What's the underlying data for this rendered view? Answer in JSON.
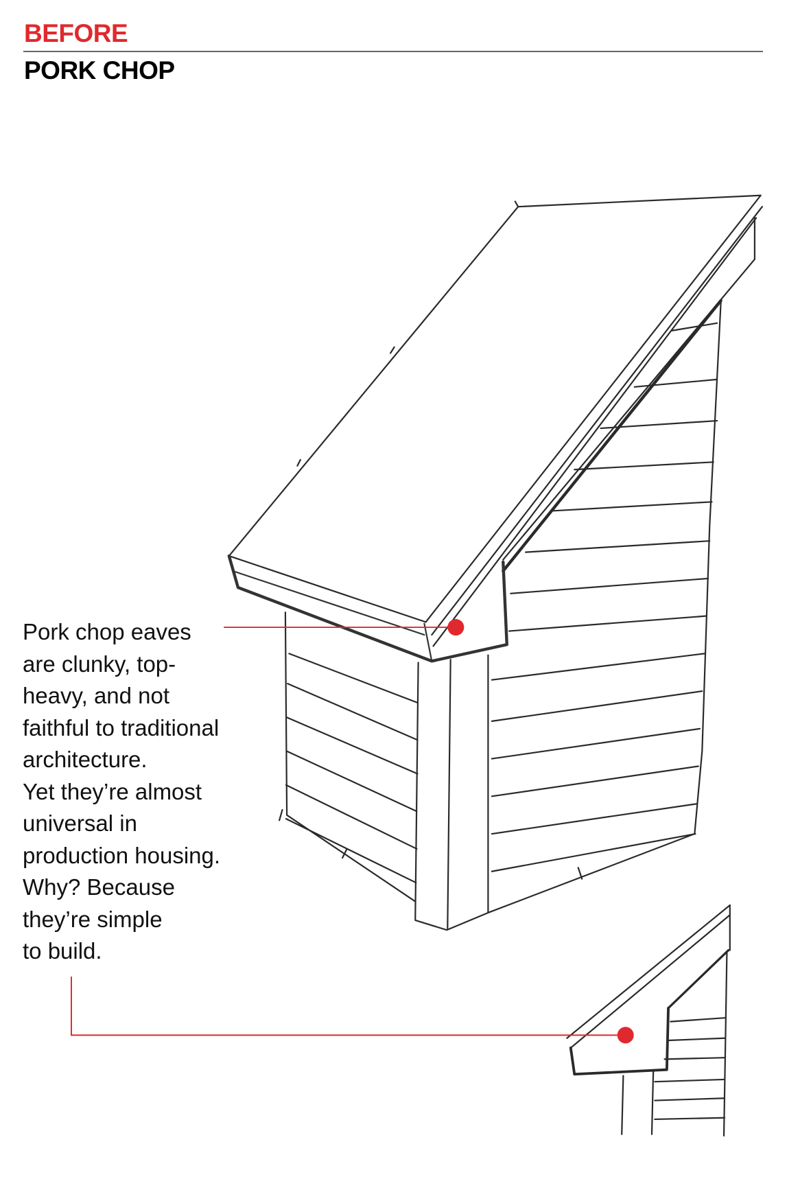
{
  "header": {
    "kicker": "BEFORE",
    "title": "PORK CHOP"
  },
  "caption": {
    "lines": [
      "Pork chop eaves",
      "are clunky, top-",
      "heavy, and not",
      "faithful to traditional",
      "architecture.",
      "Yet they’re almost",
      "universal in",
      "production housing.",
      "Why? Because",
      "they’re simple",
      "to build."
    ]
  },
  "colors": {
    "accent": "#e0292e",
    "ink": "#222222"
  }
}
